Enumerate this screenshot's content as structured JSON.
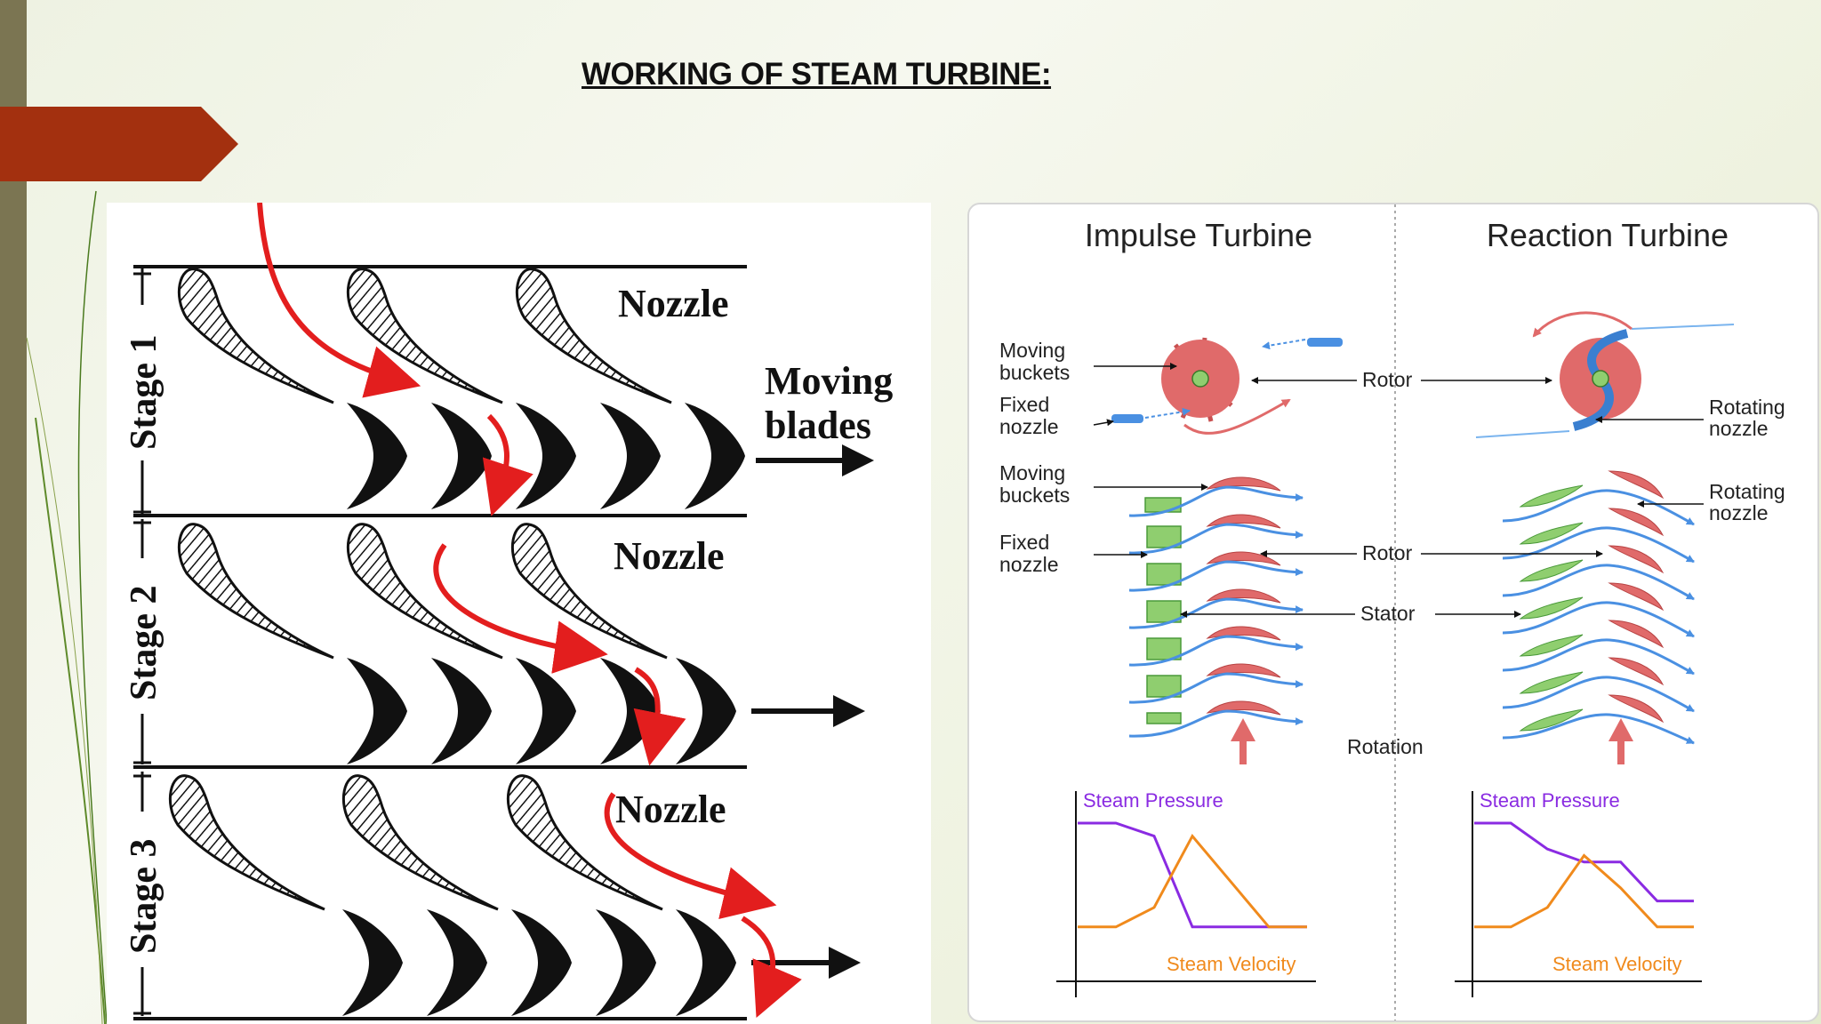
{
  "slide": {
    "title": "WORKING OF STEAM TURBINE:"
  },
  "left_diagram": {
    "stage_labels": [
      "Stage 1",
      "Stage 2",
      "Stage 3"
    ],
    "nozzle_label": "Nozzle",
    "moving_blades_label_line1": "Moving",
    "moving_blades_label_line2": "blades"
  },
  "right_diagram": {
    "impulse_title": "Impulse Turbine",
    "reaction_title": "Reaction Turbine",
    "labels": {
      "moving_buckets_1": "Moving",
      "moving_buckets_2": "buckets",
      "fixed_nozzle_1": "Fixed",
      "fixed_nozzle_2": "nozzle",
      "rotor": "Rotor",
      "rotating_nozzle_1": "Rotating",
      "rotating_nozzle_2": "nozzle",
      "stator": "Stator",
      "rotation": "Rotation"
    },
    "colors": {
      "pressure": "#8a2be2",
      "velocity": "#f08a1c",
      "blade_red": "#e06a6a",
      "blade_green": "#8fce6f",
      "flow_blue": "#4a90e2"
    }
  },
  "chart_data": [
    {
      "type": "line",
      "title": "",
      "series": [
        {
          "name": "Steam Pressure",
          "values": [
            1.0,
            1.0,
            0.9,
            0.2,
            0.2,
            0.2,
            0.2
          ]
        },
        {
          "name": "Steam Velocity",
          "values": [
            0.2,
            0.2,
            0.35,
            0.9,
            0.55,
            0.2,
            0.2
          ]
        }
      ]
    },
    {
      "type": "line",
      "title": "",
      "series": [
        {
          "name": "Steam Pressure",
          "values": [
            1.0,
            1.0,
            0.8,
            0.7,
            0.7,
            0.4,
            0.4
          ]
        },
        {
          "name": "Steam Velocity",
          "values": [
            0.2,
            0.2,
            0.35,
            0.75,
            0.5,
            0.2,
            0.2
          ]
        }
      ]
    }
  ]
}
